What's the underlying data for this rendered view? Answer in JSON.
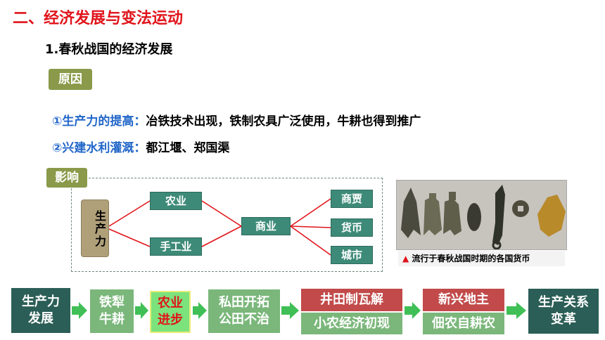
{
  "title": "二、经济发展与变法运动",
  "subtitle": "1.春秋战国的经济发展",
  "cause_tag": "原因",
  "reasons": [
    {
      "key": "①生产力的提高：",
      "value": "冶铁技术出现，铁制农具广泛使用，牛耕也得到推广"
    },
    {
      "key": "②兴建水利灌溉：",
      "value": "都江堰、郑国渠"
    }
  ],
  "impact_tag": "影响",
  "diagram": {
    "productivity": "生产力",
    "agriculture": "农业",
    "handicraft": "手工业",
    "commerce": "商业",
    "merchants": "商贾",
    "currency": "货币",
    "city": "城市"
  },
  "photo_caption_marker": "▲",
  "photo_caption": "流行于春秋战国时期的各国货币",
  "flow": {
    "step1": "生产力发展",
    "step2": "铁犁牛耕",
    "step3": "农业进步",
    "step4": "私田开拓公田不治",
    "step5_top": "井田制瓦解",
    "step5_bottom": "小农经济初现",
    "step6_top": "新兴地主",
    "step6_bottom": "佃农自耕农",
    "step7": "生产关系变革"
  },
  "colors": {
    "title_red": "#e0141b",
    "key_blue": "#2166c9",
    "tag_olive": "#8a9a4a",
    "node_green": "#3d8a78",
    "flow_dark": "#2b5e56",
    "flow_light": "#7bb77b",
    "flow_red": "#c24a4a"
  }
}
